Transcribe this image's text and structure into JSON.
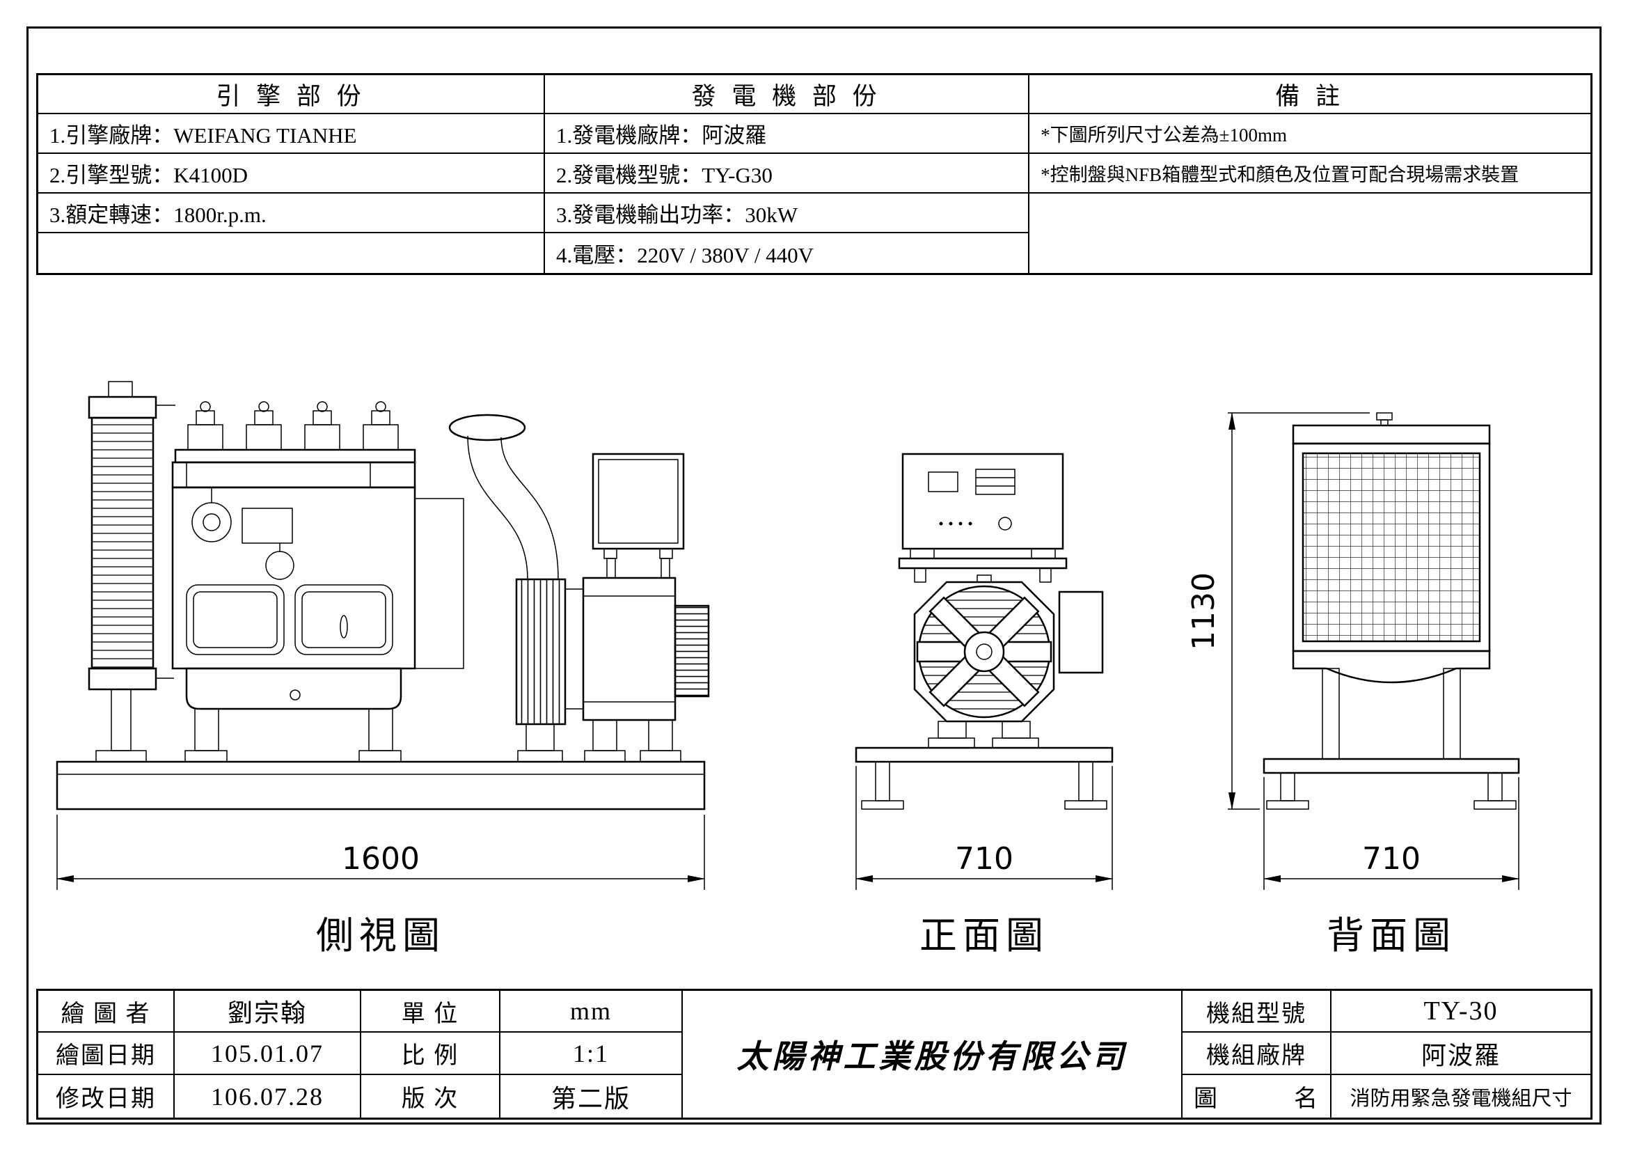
{
  "colors": {
    "ink": "#000000",
    "paper": "#ffffff"
  },
  "spec_table": {
    "engine": {
      "header": "引 擎 部 份",
      "rows": [
        "1.引擎廠牌：WEIFANG TIANHE",
        "2.引擎型號：K4100D",
        "3.額定轉速：1800r.p.m."
      ]
    },
    "generator": {
      "header": "發 電 機 部 份",
      "rows": [
        "1.發電機廠牌：阿波羅",
        "2.發電機型號：TY-G30",
        "3.發電機輸出功率：30kW",
        "4.電壓：220V / 380V / 440V"
      ]
    },
    "remarks": {
      "header": "備 註",
      "rows": [
        "*下圖所列尺寸公差為±100mm",
        "*控制盤與NFB箱體型式和顏色及位置可配合現場需求裝置"
      ]
    }
  },
  "views": {
    "side": {
      "label": "側視圖",
      "width_dim": "1600"
    },
    "front": {
      "label": "正面圖",
      "width_dim": "710"
    },
    "back": {
      "label": "背面圖",
      "width_dim": "710",
      "height_dim": "1130"
    }
  },
  "title_block": {
    "left_rows": [
      {
        "label": "繪 圖 者",
        "value": "劉宗翰"
      },
      {
        "label": "繪圖日期",
        "value": "105.01.07"
      },
      {
        "label": "修改日期",
        "value": "106.07.28"
      }
    ],
    "mid_rows": [
      {
        "label": "單 位",
        "value": "mm"
      },
      {
        "label": "比 例",
        "value": "1:1"
      },
      {
        "label": "版 次",
        "value": "第二版"
      }
    ],
    "company": "太陽神工業股份有限公司",
    "right_rows": [
      {
        "label": "機組型號",
        "value": "TY-30"
      },
      {
        "label": "機組廠牌",
        "value": "阿波羅"
      },
      {
        "label": "圖　　　名",
        "value": "消防用緊急發電機組尺寸"
      }
    ]
  }
}
